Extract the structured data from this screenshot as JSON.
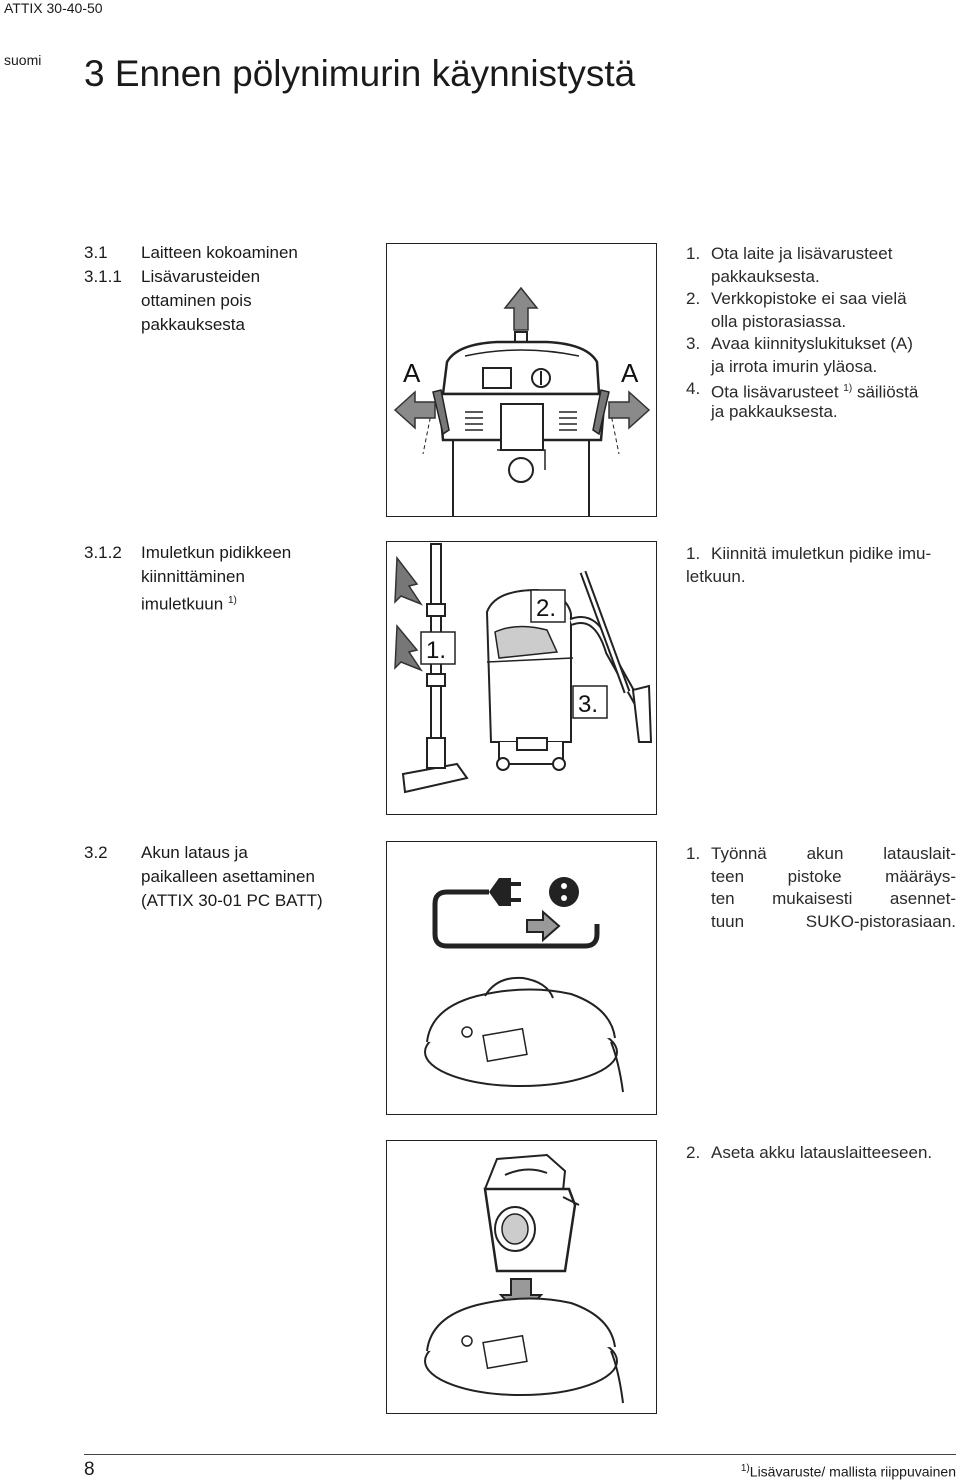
{
  "header": {
    "title": "ATTIX 30-40-50",
    "language": "suomi"
  },
  "chapter": {
    "title": "3 Ennen pölynimurin käynnistystä"
  },
  "section_3_1": {
    "num1": "3.1",
    "title1": "Laitteen kokoaminen",
    "num2": "3.1.1",
    "title2_l1": "Lisävarusteiden",
    "title2_l2": "ottaminen pois",
    "title2_l3": "pakkauksesta",
    "steps": [
      {
        "n": "1.",
        "l1": "Ota laite ja lisävarusteet",
        "l2": "pakkauksesta."
      },
      {
        "n": "2.",
        "l1": "Verkkopistoke ei saa vielä",
        "l2": "olla pistorasiassa."
      },
      {
        "n": "3.",
        "l1": "Avaa kiinnityslukitukset (A)",
        "l2": "ja irrota imurin yläosa."
      },
      {
        "n": "4.",
        "l1a": "Ota lisävarusteet",
        "sup": "1)",
        "l1b": "säiliöstä",
        "l2": "ja pakkauksesta."
      }
    ],
    "fig_label_a": "A"
  },
  "section_3_1_2": {
    "num": "3.1.2",
    "l1": "Imuletkun pidikkeen",
    "l2": "kiinnittäminen",
    "l3": "imuletkuun",
    "sup": "1)",
    "step_n": "1.",
    "step_l1": "Kiinnitä imuletkun pidike imu-",
    "step_l2": "letkuun.",
    "fig_labels": [
      "1.",
      "2.",
      "3."
    ]
  },
  "section_3_2": {
    "num": "3.2",
    "l1": "Akun lataus ja",
    "l2": "paikalleen asettaminen",
    "l3": "(ATTIX 30-01 PC BATT)",
    "step1_n": "1.",
    "step1_lines": [
      "Työnnä akun latauslait-",
      "teen pistoke määräys-",
      "ten mukaisesti asennet-",
      "tuun SUKO-pistorasiaan."
    ],
    "step2_n": "2.",
    "step2_text": "Aseta akku latauslaitteeseen."
  },
  "footer": {
    "page": "8",
    "note_sup": "1)",
    "note_text": "Lisävaruste/ mallista riippuvainen"
  }
}
